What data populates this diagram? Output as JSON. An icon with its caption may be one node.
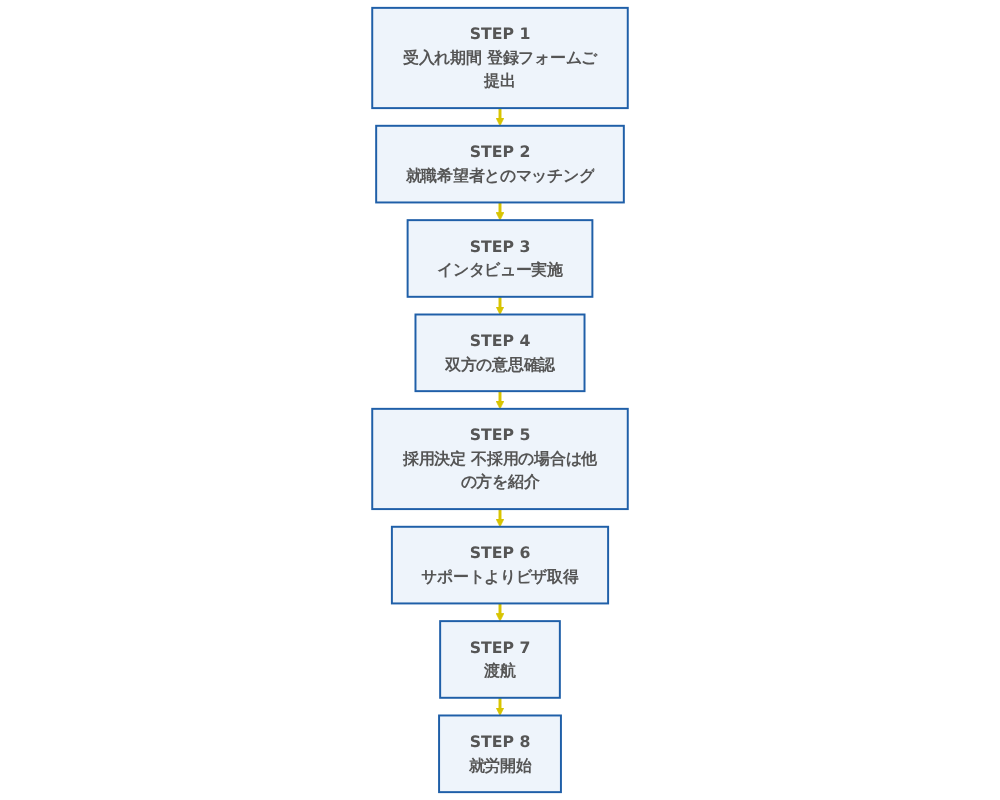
{
  "diagram": {
    "nodes": [
      {
        "text": [
          "STEP 1",
          "受入れ期間 登録フォームご提出"
        ]
      },
      {
        "text": [
          "STEP 2",
          "就職希望者とのマッチング"
        ]
      },
      {
        "text": [
          "STEP 3",
          "インタビュー実施"
        ]
      },
      {
        "text": [
          "STEP 4",
          "双方の意思確認"
        ]
      },
      {
        "text": [
          "STEP 5",
          "採用決定 不採用の場合は他の方を紹介"
        ]
      },
      {
        "text": [
          "STEP 6",
          "サポートよりビザ取得"
        ]
      },
      {
        "text": [
          "STEP 7",
          "渡航"
        ]
      },
      {
        "text": [
          "STEP 8",
          "就労開始"
        ]
      }
    ],
    "edges": [
      {
        "from": 0,
        "to": 1,
        "arrow": "to"
      },
      {
        "from": 1,
        "to": 2,
        "arrow": "to"
      },
      {
        "from": 2,
        "to": 3,
        "arrow": "to"
      },
      {
        "from": 3,
        "to": 4,
        "arrow": "to"
      },
      {
        "from": 4,
        "to": 5,
        "arrow": "to"
      },
      {
        "from": 5,
        "to": 6,
        "arrow": "to"
      },
      {
        "from": 6,
        "to": 7,
        "arrow": "to"
      }
    ]
  }
}
